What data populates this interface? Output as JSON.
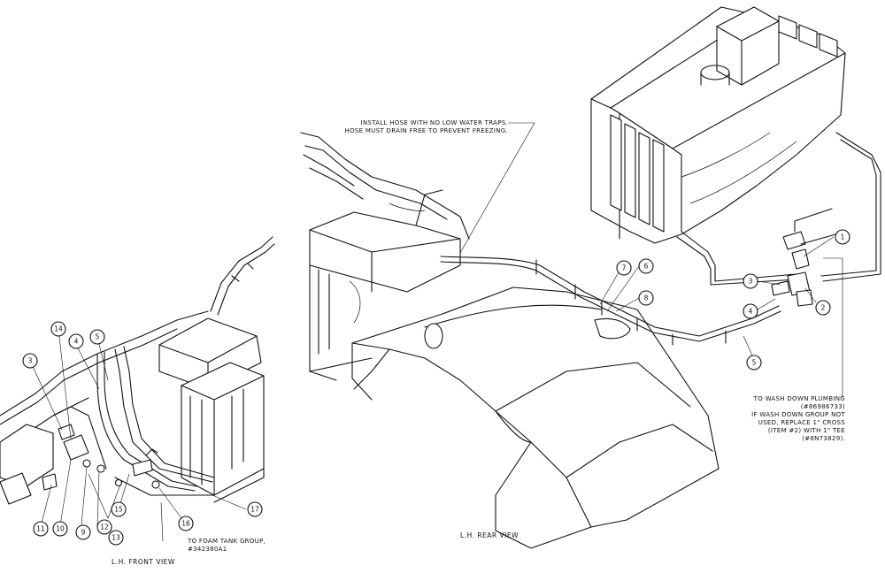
{
  "notes": {
    "hose_line1": "INSTALL HOSE WITH NO LOW WATER TRAPS.",
    "hose_line2": "HOSE MUST DRAIN FREE TO PREVENT FREEZING.",
    "wash_line1": "TO WASH DOWN PLUMBING",
    "wash_line2": "(#86986733)",
    "wash_line3": "IF WASH DOWN GROUP NOT",
    "wash_line4": "USED, REPLACE 1\" CROSS",
    "wash_line5": "(ITEM #2) WITH 1\" TEE",
    "wash_line6": "(#8N73829).",
    "foam_line1": "TO FOAM TANK GROUP,",
    "foam_line2": "#342380A1"
  },
  "captions": {
    "rear": "L.H. REAR VIEW",
    "front": "L.H. FRONT VIEW"
  },
  "balloons": {
    "b1": "1",
    "b2": "2",
    "b3": "3",
    "b4": "4",
    "b5": "5",
    "b6": "6",
    "b7": "7",
    "b8": "8",
    "f3": "3",
    "f4": "4",
    "f5": "5",
    "f9": "9",
    "f10": "10",
    "f11": "11",
    "f12": "12",
    "f13": "13",
    "f14": "14",
    "f15": "15",
    "f16": "16",
    "f17": "17"
  }
}
